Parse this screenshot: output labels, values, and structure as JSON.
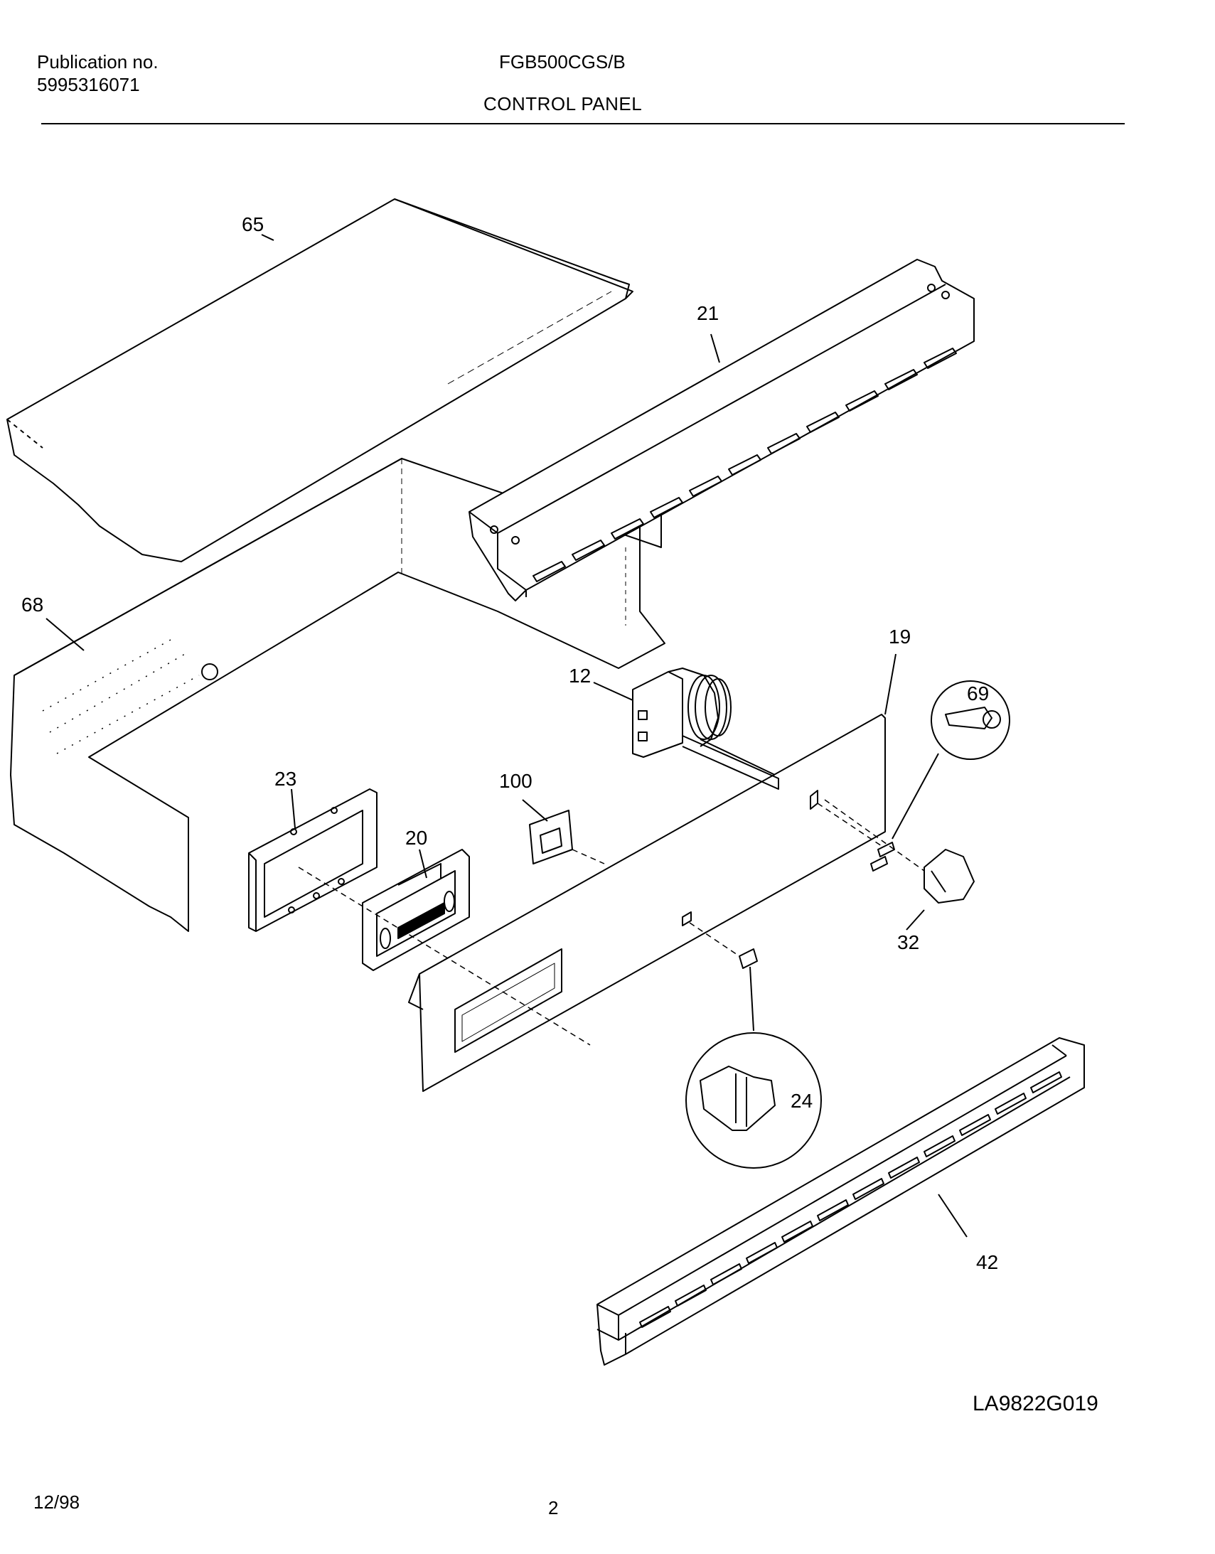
{
  "header": {
    "publication_label": "Publication no.",
    "publication_number": "5995316071",
    "model": "FGB500CGS/B",
    "section": "CONTROL PANEL"
  },
  "diagram": {
    "part_labels": [
      "65",
      "21",
      "68",
      "19",
      "12",
      "69",
      "23",
      "100",
      "20",
      "32",
      "24",
      "42"
    ],
    "drawing_code": "LA9822G019"
  },
  "footer": {
    "date": "12/98",
    "page": "2"
  }
}
